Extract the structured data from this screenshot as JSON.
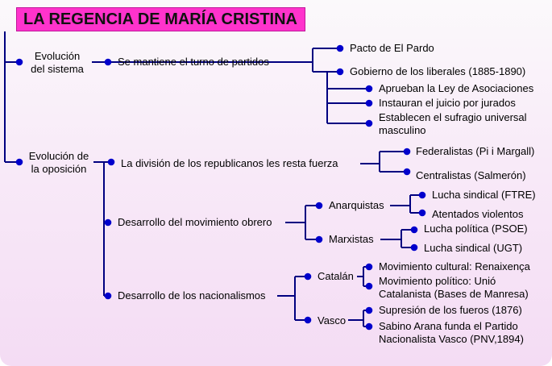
{
  "title": "LA REGENCIA DE MARÍA CRISTINA",
  "colors": {
    "title_bg": "#ff33cc",
    "lines": "#000080",
    "nodes": "#0000cc"
  },
  "sistema": {
    "label_1": "Evolución",
    "label_2": "del sistema",
    "turno": "Se mantiene el turno de partidos",
    "pacto": "Pacto de El Pardo",
    "liberales": "Gobierno de los liberales (1885-1890)",
    "asociaciones": "Aprueban la Ley de Asociaciones",
    "jurados": "Instauran el juicio por jurados",
    "sufragio_1": "Establecen el sufragio universal",
    "sufragio_2": "masculino"
  },
  "oposicion": {
    "label_1": "Evolución de",
    "label_2": "la oposición",
    "republicanos": "La división de los republicanos les resta fuerza",
    "federalistas": "Federalistas (Pi i Margall)",
    "centralistas": "Centralistas (Salmerón)",
    "obrero": "Desarrollo del movimiento obrero",
    "anarquistas": "Anarquistas",
    "ftre": "Lucha sindical (FTRE)",
    "atentados": "Atentados violentos",
    "marxistas": "Marxistas",
    "psoe": "Lucha política (PSOE)",
    "ugt": "Lucha sindical (UGT)",
    "nacionalismos": "Desarrollo de los nacionalismos",
    "catalan": "Catalán",
    "renaixenca": "Movimiento cultural: Renaixença",
    "unio_1": "Movimiento político: Unió",
    "unio_2": "Catalanista (Bases de Manresa)",
    "vasco": "Vasco",
    "fueros": "Supresión de los fueros (1876)",
    "arana_1": "Sabino Arana funda el Partido",
    "arana_2": "Nacionalista Vasco (PNV,1894)"
  }
}
